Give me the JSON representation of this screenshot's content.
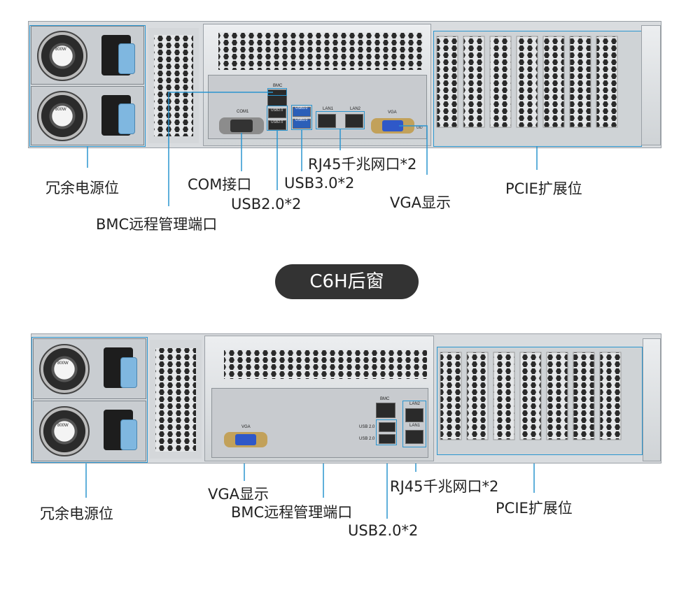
{
  "title": "C6H后窗",
  "top_view": {
    "psu_labels": [
      "800W",
      "800W"
    ],
    "port_labels": {
      "bmc": "BMC",
      "com": "COM1",
      "usb2_a": "USB2.0",
      "usb2_b": "USB2.0",
      "usb3_a": "USB3.0",
      "usb3_b": "USB3.0",
      "lan1": "LAN1",
      "lan2": "LAN2",
      "vga": "VGA",
      "uid": "UID"
    },
    "callouts": {
      "psu": "冗余电源位",
      "com": "COM接口",
      "usb3": "USB3.0*2",
      "rj45": "RJ45千兆网口*2",
      "vga": "VGA显示",
      "pcie": "PCIE扩展位",
      "usb2": "USB2.0*2",
      "bmc": "BMC远程管理端口"
    }
  },
  "bottom_view": {
    "psu_labels": [
      "800W",
      "800W"
    ],
    "port_labels": {
      "vga": "VGA",
      "bmc": "BMC",
      "usb2_a": "USB 2.0",
      "usb2_b": "USB 2.0",
      "lan2": "LAN2",
      "lan1": "LAN1"
    },
    "callouts": {
      "psu": "冗余电源位",
      "vga": "VGA显示",
      "bmc": "BMC远程管理端口",
      "usb2": "USB2.0*2",
      "rj45": "RJ45千兆网口*2",
      "pcie": "PCIE扩展位"
    }
  },
  "colors": {
    "accent": "#2a95cf",
    "pill": "#333333"
  }
}
